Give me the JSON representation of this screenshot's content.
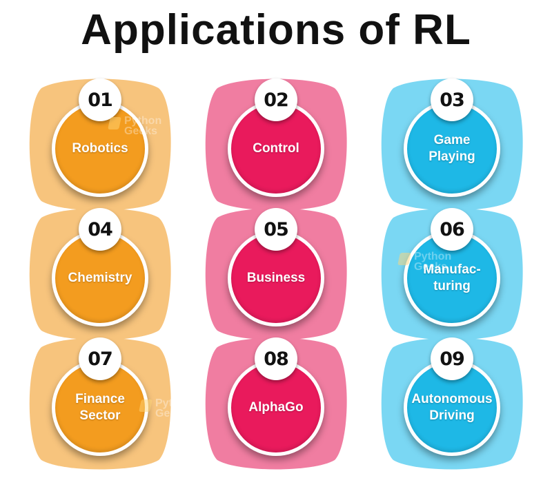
{
  "title": "Applications of RL",
  "colors": {
    "orange": "#F39C1F",
    "orange_light": "#F7C47D",
    "pink": "#E91A5C",
    "pink_light": "#F07DA1",
    "blue": "#1EB8E6",
    "blue_light": "#7AD7F3"
  },
  "items": [
    {
      "number": "01",
      "label": "Robotics",
      "color": "orange"
    },
    {
      "number": "02",
      "label": "Control",
      "color": "pink"
    },
    {
      "number": "03",
      "label": "Game Playing",
      "color": "blue"
    },
    {
      "number": "04",
      "label": "Chemistry",
      "color": "orange"
    },
    {
      "number": "05",
      "label": "Business",
      "color": "pink"
    },
    {
      "number": "06",
      "label": "Manufac-turing",
      "color": "blue"
    },
    {
      "number": "07",
      "label": "Finance Sector",
      "color": "orange"
    },
    {
      "number": "08",
      "label": "AlphaGo",
      "color": "pink"
    },
    {
      "number": "09",
      "label": "Autonomous Driving",
      "color": "blue"
    }
  ],
  "watermark": {
    "line1": "Python",
    "line2": "Geeks"
  }
}
